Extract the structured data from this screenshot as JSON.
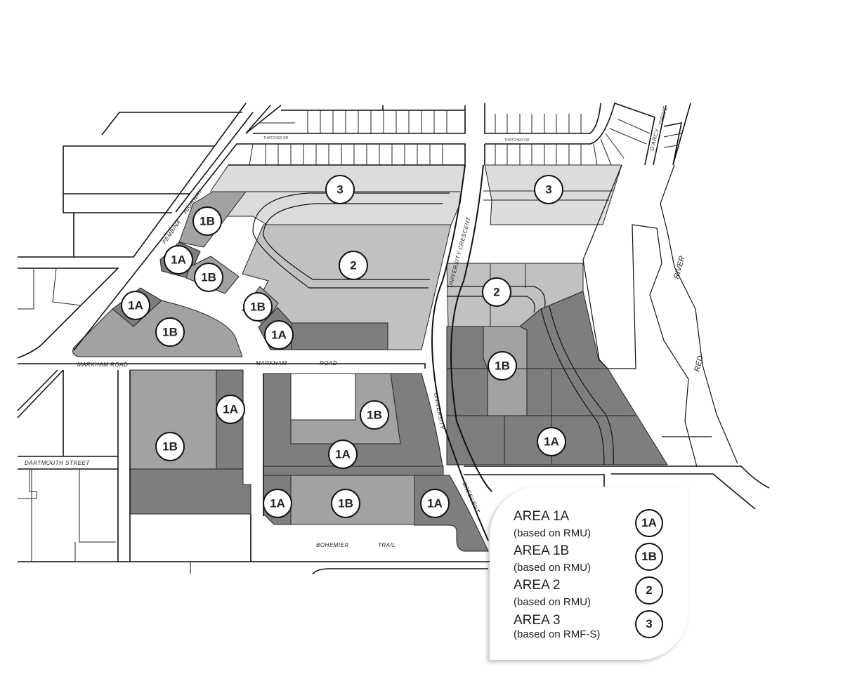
{
  "colors": {
    "area_1a": "#7e7e81",
    "area_1b": "#a2a2a4",
    "area_2": "#c1c1c2",
    "area_3": "#dcdcdd"
  },
  "streets": {
    "thatcher_west": "THATCHER   DR",
    "thatcher_east": "THATCHER   DR",
    "pembina_1": "PEMBINA",
    "pembina_2": "HIGHWAY",
    "markham_west": "MARKHAM   ROAD",
    "markham_mid_1": "MARKHAM",
    "markham_mid_2": "ROAD",
    "university_north": "UNIVERSITY   CRESCENT",
    "university_south_1": "UNIVERSITY",
    "university_south_2": "CRESCENT",
    "darcy": "D'ARCY",
    "drive": "DRIVE",
    "river": "RIVER",
    "red": "RED",
    "dartmouth": "DARTMOUTH STREET",
    "bohemier_1": "BOHEMIER",
    "bohemier_2": "TRAIL"
  },
  "markers": {
    "a1a": "1A",
    "a1b": "1B",
    "a2": "2",
    "a3": "3"
  },
  "legend": [
    {
      "title": "AREA 1A",
      "sub": "(based on RMU)",
      "marker": "1A"
    },
    {
      "title": "AREA 1B",
      "sub": "(based on RMU)",
      "marker": "1B"
    },
    {
      "title": "AREA 2",
      "sub": "(based on RMU)",
      "marker": "2"
    },
    {
      "title": "AREA 3",
      "sub": "(based on RMF-S)",
      "marker": "3"
    }
  ]
}
